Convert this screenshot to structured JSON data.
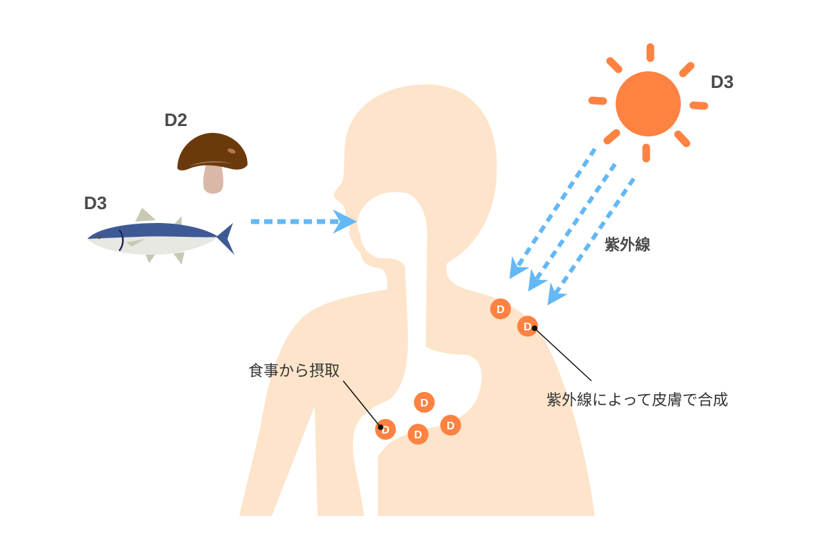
{
  "title": "ビタミンDの摂取と合成",
  "sources": {
    "mushroom": {
      "label": "D2",
      "item": "shiitake-mushroom"
    },
    "fish": {
      "label": "D3",
      "item": "mackerel-fish"
    },
    "sun": {
      "label": "D3",
      "item": "sun"
    }
  },
  "labels": {
    "uv": "紫外線",
    "diet": "食事から摂取",
    "skin": "紫外線によって皮膚で合成"
  },
  "vitamin_marker": "D",
  "counts": {
    "stomach_markers": 4,
    "skin_markers": 2,
    "uv_arrows": 3
  },
  "colors": {
    "body": "#fde4ca",
    "sun": "#fe8241",
    "marker": "#fe8241",
    "arrow": "#63b8f5",
    "mushroom_cap": "#6b3a0c",
    "mushroom_stem": "#d9b8a8",
    "fish_back": "#3e5a96",
    "fish_belly": "#e8e8e2",
    "text": "#3a3a3a"
  }
}
